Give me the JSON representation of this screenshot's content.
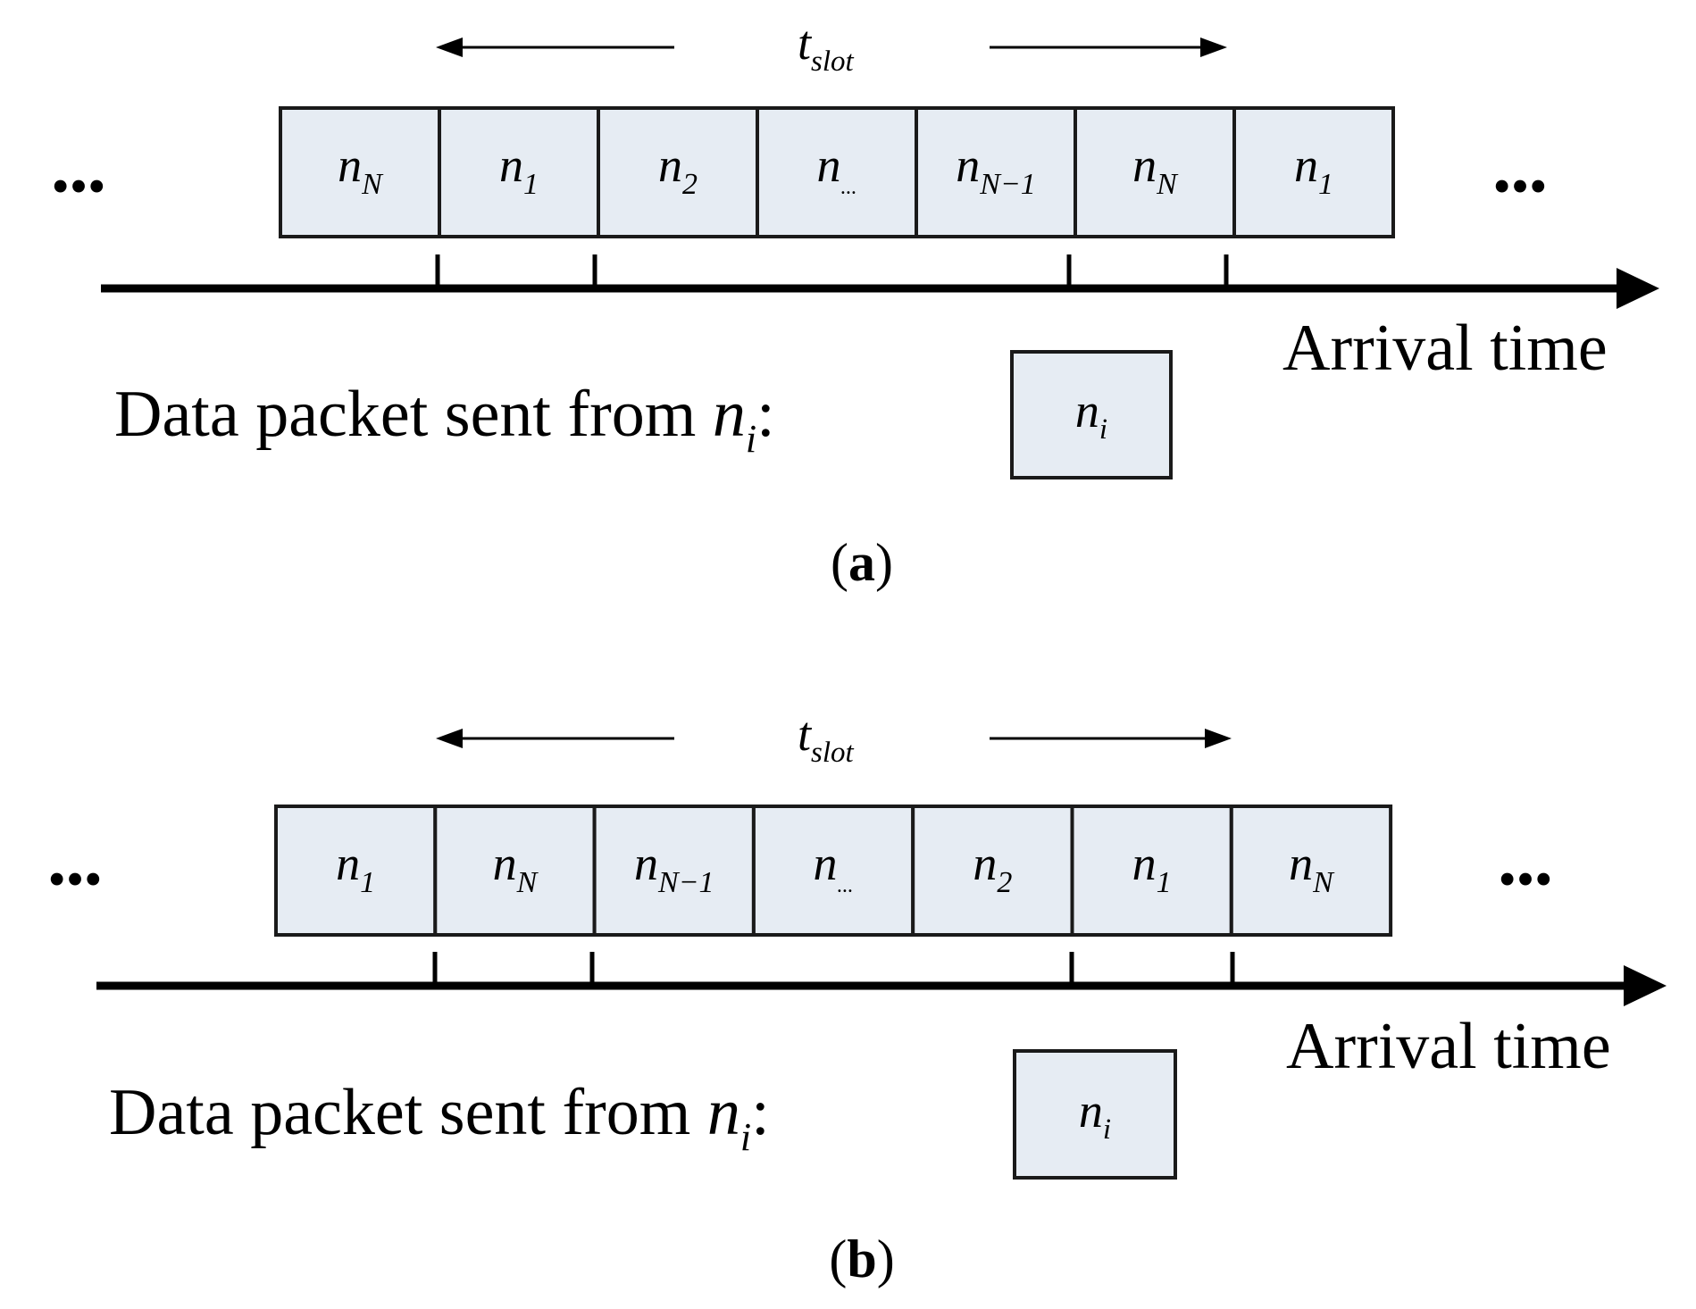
{
  "panels": [
    {
      "id": "a",
      "caption_label": "a",
      "slot_duration": {
        "symbol": "t",
        "subscript": "slot"
      },
      "slots": [
        {
          "base": "n",
          "sub": "N"
        },
        {
          "base": "n",
          "sub": "1"
        },
        {
          "base": "n",
          "sub": "2"
        },
        {
          "base": "n",
          "sub": "..."
        },
        {
          "base": "n",
          "sub": "N−1"
        },
        {
          "base": "n",
          "sub": "N"
        },
        {
          "base": "n",
          "sub": "1"
        }
      ],
      "ellipsis": "•••",
      "axis_label": "Arrival time",
      "legend": {
        "text": "Data packet sent from ",
        "var_base": "n",
        "var_sub": "i",
        "colon": ":",
        "box_base": "n",
        "box_sub": "i"
      }
    },
    {
      "id": "b",
      "caption_label": "b",
      "slot_duration": {
        "symbol": "t",
        "subscript": "slot"
      },
      "slots": [
        {
          "base": "n",
          "sub": "1"
        },
        {
          "base": "n",
          "sub": "N"
        },
        {
          "base": "n",
          "sub": "N−1"
        },
        {
          "base": "n",
          "sub": "..."
        },
        {
          "base": "n",
          "sub": "2"
        },
        {
          "base": "n",
          "sub": "1"
        },
        {
          "base": "n",
          "sub": "N"
        }
      ],
      "ellipsis": "•••",
      "axis_label": "Arrival time",
      "legend": {
        "text": "Data packet sent from ",
        "var_base": "n",
        "var_sub": "i",
        "colon": ":",
        "box_base": "n",
        "box_sub": "i"
      }
    }
  ],
  "colors": {
    "slot_fill": "#e6ecf3",
    "stroke": "#1a1a1a"
  }
}
